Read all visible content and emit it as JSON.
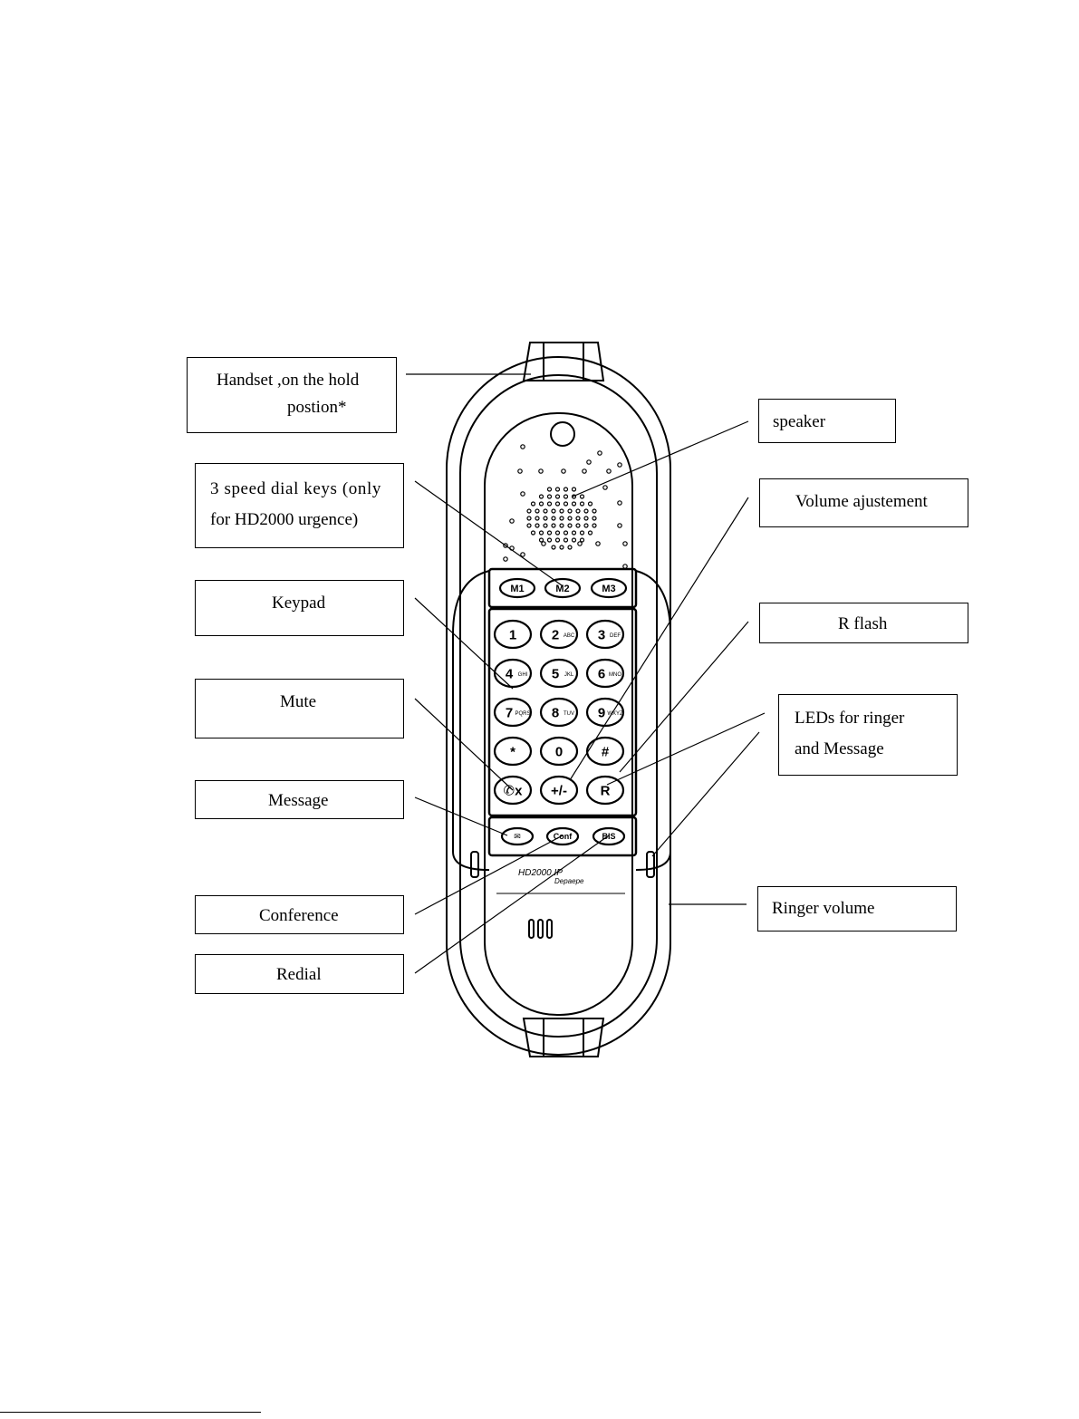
{
  "callouts": {
    "handset": [
      "Handset ,on the hold",
      "postion*"
    ],
    "speed_dial": [
      "3 speed dial keys (only",
      "for HD2000 urgence)"
    ],
    "keypad": "Keypad",
    "mute": "Mute",
    "message": "Message",
    "conference": "Conference",
    "redial": "Redial",
    "speaker": "speaker",
    "volume": "Volume ajustement",
    "r_flash": "R flash",
    "leds": [
      "LEDs for ringer",
      "and Message"
    ],
    "ringer_volume": "Ringer volume"
  },
  "phone": {
    "speed_keys": [
      "M1",
      "M2",
      "M3"
    ],
    "keypad_keys": [
      {
        "main": "1",
        "sub": ""
      },
      {
        "main": "2",
        "sub": "ABC"
      },
      {
        "main": "3",
        "sub": "DEF"
      },
      {
        "main": "4",
        "sub": "GHI"
      },
      {
        "main": "5",
        "sub": "JKL"
      },
      {
        "main": "6",
        "sub": "MNO"
      },
      {
        "main": "7",
        "sub": "PQRS"
      },
      {
        "main": "8",
        "sub": "TUV"
      },
      {
        "main": "9",
        "sub": "WXYZ"
      },
      {
        "main": "*",
        "sub": ""
      },
      {
        "main": "0",
        "sub": ""
      },
      {
        "main": "#",
        "sub": ""
      },
      {
        "main": "✆x",
        "sub": ""
      },
      {
        "main": "+/-",
        "sub": ""
      },
      {
        "main": "R",
        "sub": ""
      }
    ],
    "function_keys": [
      "✉",
      "Conf",
      "BIS"
    ],
    "brand": "HD2000 IP",
    "brand_sub": "Depaepe"
  }
}
